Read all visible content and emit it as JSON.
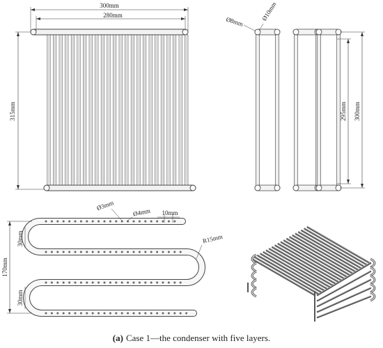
{
  "front_view": {
    "width_outer": "300mm",
    "width_inner": "280mm",
    "height": "315mm"
  },
  "side_view": {
    "dia_outer": "Ø8mm",
    "dia_header": "Ø10mm",
    "height_inner": "295mm",
    "height_outer": "300mm"
  },
  "serpentine_view": {
    "dia_hole": "Ø3mm",
    "dia_pipe": "Ø4mm",
    "pitch": "10mm",
    "radius": "R15mm",
    "height_total": "170mm",
    "spacing_top": "30mm",
    "spacing_bottom": "30mm"
  },
  "caption": {
    "label": "(a)",
    "text": "Case 1—the condenser with five layers."
  }
}
